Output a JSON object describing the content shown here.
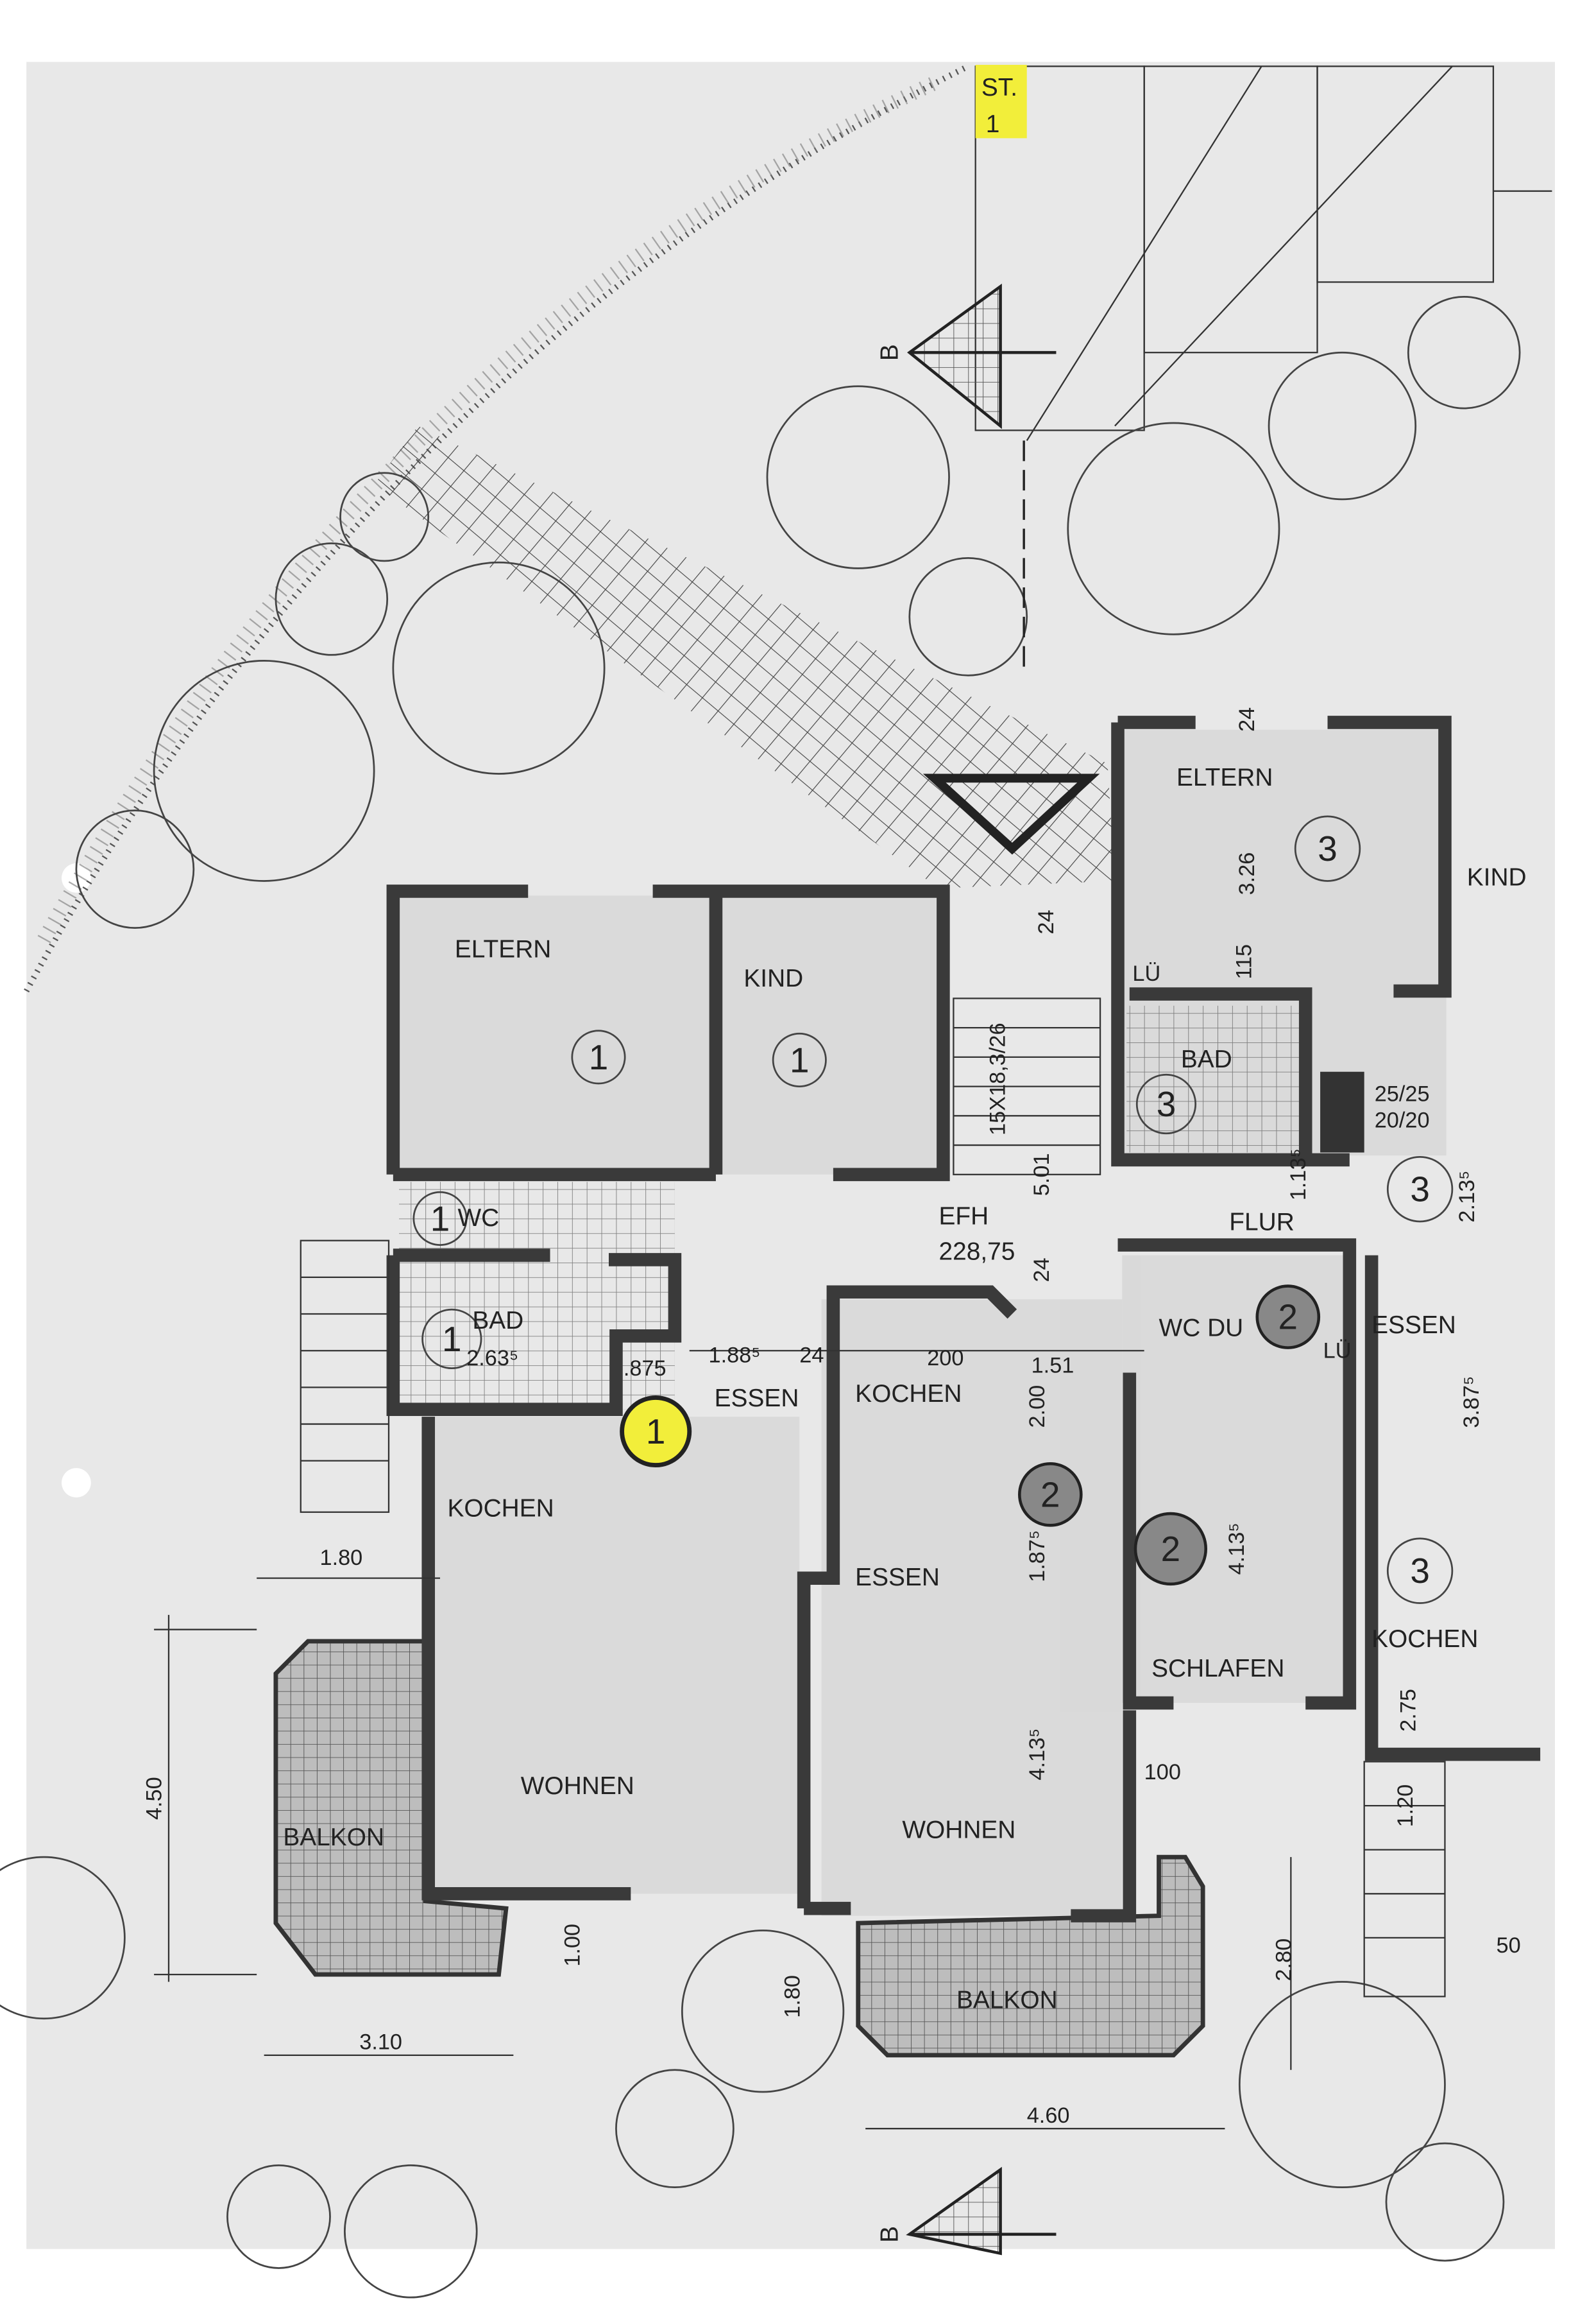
{
  "sheet": {
    "paper_color": "#e8e8e8",
    "highlight_color": "#f2ee3a",
    "wall_color": "#3a3a3a"
  },
  "stair_marker": {
    "line1": "ST.",
    "line2": "1"
  },
  "section_markers": {
    "top": "B",
    "bottom": "B"
  },
  "entrance": {
    "efh_label": "EFH",
    "efh_value": "228,75",
    "stair_spec": "15X18,3/26",
    "dim_501": "5.01",
    "dim_24a": "24",
    "dim_24b": "24"
  },
  "unit1": {
    "number": "1",
    "rooms": {
      "eltern": "ELTERN",
      "kind": "KIND",
      "wc": "WC",
      "bad": "BAD",
      "essen": "ESSEN",
      "kochen": "KOCHEN",
      "wohnen": "WOHNEN",
      "balkon": "BALKON"
    },
    "dims": {
      "bad_w": "2.63⁵",
      "d875": ".875",
      "essen_w": "1.88⁵",
      "d24": "24",
      "d180": "1.80",
      "d450": "4.50",
      "d310": "3.10",
      "d100": "1.00"
    }
  },
  "unit2": {
    "number": "2",
    "rooms": {
      "kochen": "KOCHEN",
      "essen": "ESSEN",
      "wohnen": "WOHNEN",
      "balkon": "BALKON",
      "wc_du": "WC DU",
      "lue": "LÜ",
      "schlafen": "SCHLAFEN"
    },
    "dims": {
      "d200": "200",
      "d151": "1.51",
      "d200v": "2.00",
      "d1875": "1.87⁵",
      "d4135": "4.13⁵",
      "d4135b": "4.13⁵",
      "d180": "1.80",
      "d460": "4.60",
      "d100": "100",
      "d280": "2.80",
      "d120": "1.20",
      "d50": "50"
    }
  },
  "unit3": {
    "number": "3",
    "rooms": {
      "eltern": "ELTERN",
      "kind": "KIND",
      "bad": "BAD",
      "lue": "LÜ",
      "flur": "FLUR",
      "essen": "ESSEN",
      "kochen": "KOCHEN"
    },
    "dims": {
      "d326": "3.26",
      "d115": "115",
      "d24": "24",
      "chimney1": "25/25",
      "chimney2": "20/20",
      "d2135": "2.13⁵",
      "d1135": "1.13⁵",
      "d3875": "3.87⁵",
      "d275": "2.75"
    }
  }
}
